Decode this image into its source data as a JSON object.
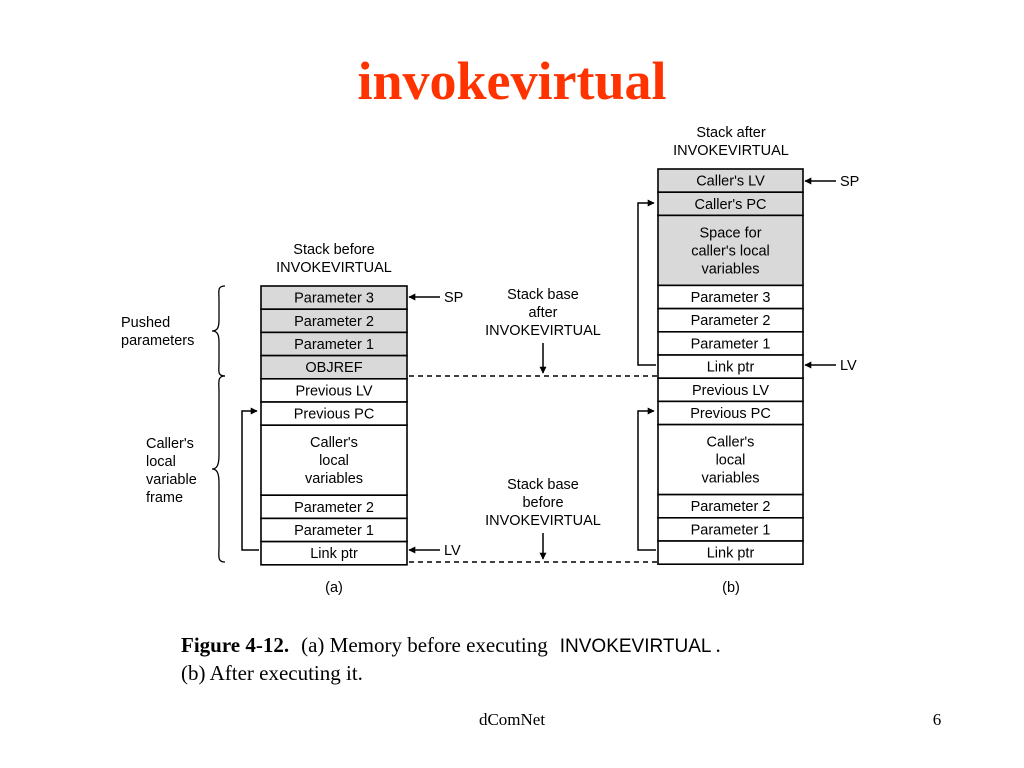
{
  "slide": {
    "title": "invokevirtual",
    "footer_center": "dComNet",
    "page_number": "6"
  },
  "colors": {
    "title": "#ff3300",
    "shaded_cell": "#d9d9d9",
    "plain_cell": "#ffffff"
  },
  "diagram": {
    "stack_a": {
      "header_line1": "Stack before",
      "header_line2": "INVOKEVIRTUAL",
      "cells": [
        {
          "lines": [
            "Parameter 3"
          ],
          "shaded": true
        },
        {
          "lines": [
            "Parameter 2"
          ],
          "shaded": true
        },
        {
          "lines": [
            "Parameter 1"
          ],
          "shaded": true
        },
        {
          "lines": [
            "OBJREF"
          ],
          "shaded": true
        },
        {
          "lines": [
            "Previous LV"
          ],
          "shaded": false
        },
        {
          "lines": [
            "Previous PC"
          ],
          "shaded": false
        },
        {
          "lines": [
            "Caller's",
            "local",
            "variables"
          ],
          "shaded": false
        },
        {
          "lines": [
            "Parameter 2"
          ],
          "shaded": false
        },
        {
          "lines": [
            "Parameter 1"
          ],
          "shaded": false
        },
        {
          "lines": [
            "Link ptr"
          ],
          "shaded": false
        }
      ],
      "sp_label": "SP",
      "lv_label": "LV",
      "caption": "(a)"
    },
    "stack_b": {
      "header_line1": "Stack after",
      "header_line2": "INVOKEVIRTUAL",
      "cells": [
        {
          "lines": [
            "Caller's LV"
          ],
          "shaded": true
        },
        {
          "lines": [
            "Caller's PC"
          ],
          "shaded": true
        },
        {
          "lines": [
            "Space for",
            "caller's local",
            "variables"
          ],
          "shaded": true
        },
        {
          "lines": [
            "Parameter 3"
          ],
          "shaded": false
        },
        {
          "lines": [
            "Parameter 2"
          ],
          "shaded": false
        },
        {
          "lines": [
            "Parameter 1"
          ],
          "shaded": false
        },
        {
          "lines": [
            "Link ptr"
          ],
          "shaded": false
        },
        {
          "lines": [
            "Previous LV"
          ],
          "shaded": false
        },
        {
          "lines": [
            "Previous PC"
          ],
          "shaded": false
        },
        {
          "lines": [
            "Caller's",
            "local",
            "variables"
          ],
          "shaded": false
        },
        {
          "lines": [
            "Parameter 2"
          ],
          "shaded": false
        },
        {
          "lines": [
            "Parameter 1"
          ],
          "shaded": false
        },
        {
          "lines": [
            "Link ptr"
          ],
          "shaded": false
        }
      ],
      "sp_label": "SP",
      "lv_label": "LV",
      "caption": "(b)"
    },
    "brace_pushed": [
      "Pushed",
      "parameters"
    ],
    "brace_frame": [
      "Caller's",
      "local",
      "variable",
      "frame"
    ],
    "base_after": [
      "Stack base",
      "after",
      "INVOKEVIRTUAL"
    ],
    "base_before": [
      "Stack base",
      "before",
      "INVOKEVIRTUAL"
    ]
  },
  "caption": {
    "figure_label": "Figure 4-12.",
    "line1_rest": "(a) Memory before executing",
    "line1_mono": "INVOKEVIRTUAL",
    "line1_end": ".",
    "line2": "(b) After executing it."
  }
}
